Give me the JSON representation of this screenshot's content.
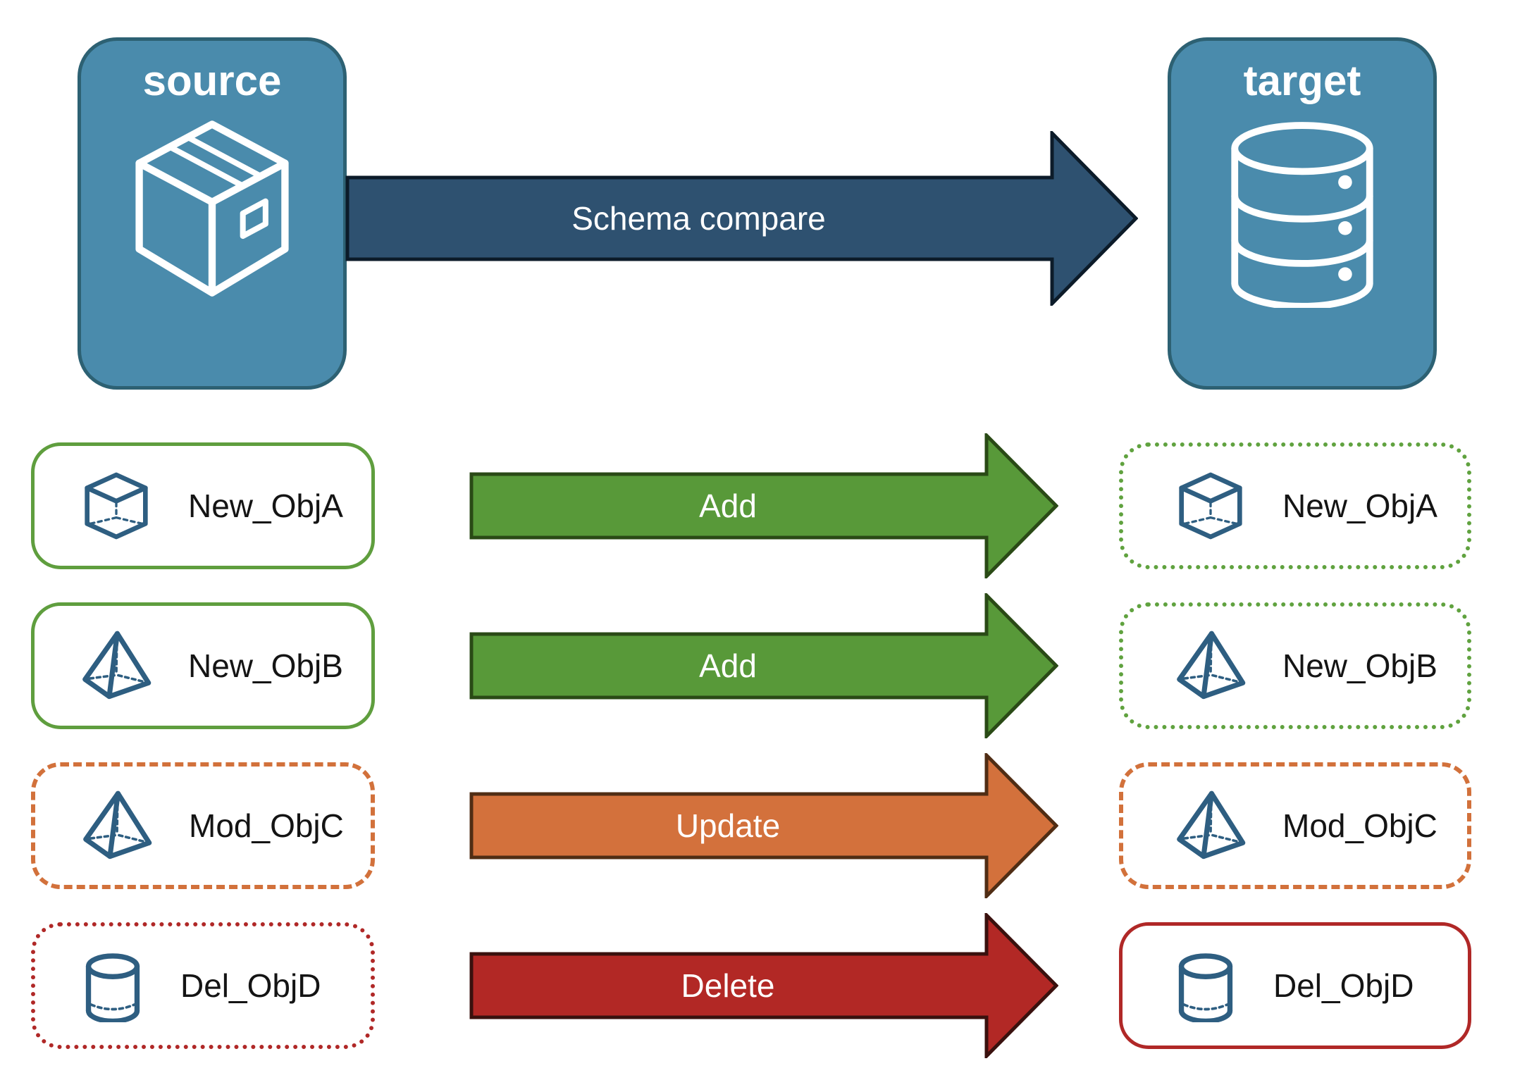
{
  "source_node": {
    "title": "source",
    "icon": "package-icon"
  },
  "target_node": {
    "title": "target",
    "icon": "database-icon"
  },
  "schema_arrow": {
    "label": "Schema compare"
  },
  "rows": [
    {
      "icon": "cube-icon",
      "source_label": "New_ObjA",
      "action": "Add",
      "target_label": "New_ObjA",
      "source_border": "solid-green",
      "target_border": "dotted-green"
    },
    {
      "icon": "pyramid-icon",
      "source_label": "New_ObjB",
      "action": "Add",
      "target_label": "New_ObjB",
      "source_border": "solid-green",
      "target_border": "dotted-green"
    },
    {
      "icon": "pyramid-icon",
      "source_label": "Mod_ObjC",
      "action": "Update",
      "target_label": "Mod_ObjC",
      "source_border": "dashed-orange",
      "target_border": "dashed-orange"
    },
    {
      "icon": "cylinder-icon",
      "source_label": "Del_ObjD",
      "action": "Delete",
      "target_label": "Del_ObjD",
      "source_border": "dotted-red",
      "target_border": "solid-red"
    }
  ],
  "colors": {
    "node_fill": "#4a8bac",
    "node_border": "#2d6173",
    "schema_arrow_fill": "#2e5170",
    "schema_arrow_border": "#0c1b29",
    "green_border": "#5f9e3e",
    "green_arrow_fill": "#589939",
    "green_arrow_border": "#2a4a16",
    "orange_border": "#d2713b",
    "orange_arrow_fill": "#d3713c",
    "orange_arrow_border": "#502d14",
    "red_border": "#b02827",
    "red_arrow_fill": "#b22825",
    "red_arrow_border": "#3a110e",
    "object_icon_blue": "#2e5e81",
    "label_text": "#141414",
    "arrow_text": "#ffffff"
  }
}
